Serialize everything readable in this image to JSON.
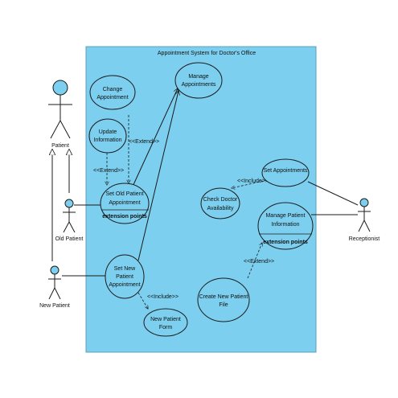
{
  "system": {
    "title": "Appointment System for Doctor's Office",
    "fill_color": "#7ccfee"
  },
  "use_cases": {
    "change_appointment": [
      "Change",
      "Appointment"
    ],
    "manage_appointments": [
      "Manage",
      "Appointments"
    ],
    "update_information": [
      "Update",
      "Information"
    ],
    "set_old_patient_appointment": [
      "Set Old Patient",
      "Appointment"
    ],
    "set_old_patient_extension": "extension points",
    "set_appointments": [
      "Set Appointments"
    ],
    "check_doctor_availability": [
      "Check Doctor",
      "Availability"
    ],
    "manage_patient_information": [
      "Manage Patient",
      "Information"
    ],
    "manage_patient_extension": "extension points",
    "set_new_patient_appointment": [
      "Set New",
      "Patient",
      "Appointment"
    ],
    "create_new_patient_file": [
      "Create New Patient",
      "File"
    ],
    "new_patient_form": [
      "New Patient",
      "Form"
    ]
  },
  "relations": {
    "extend_1": "<<Extend>>",
    "extend_2": "<<Extend>>",
    "extend_3": "<<Extend>>",
    "include_1": "<<Include>>",
    "include_2": "<<Include>>"
  },
  "actors": {
    "patient": "Patient",
    "old_patient": "Old Patient",
    "new_patient": "New Patient",
    "receptionist": "Receptionist"
  }
}
